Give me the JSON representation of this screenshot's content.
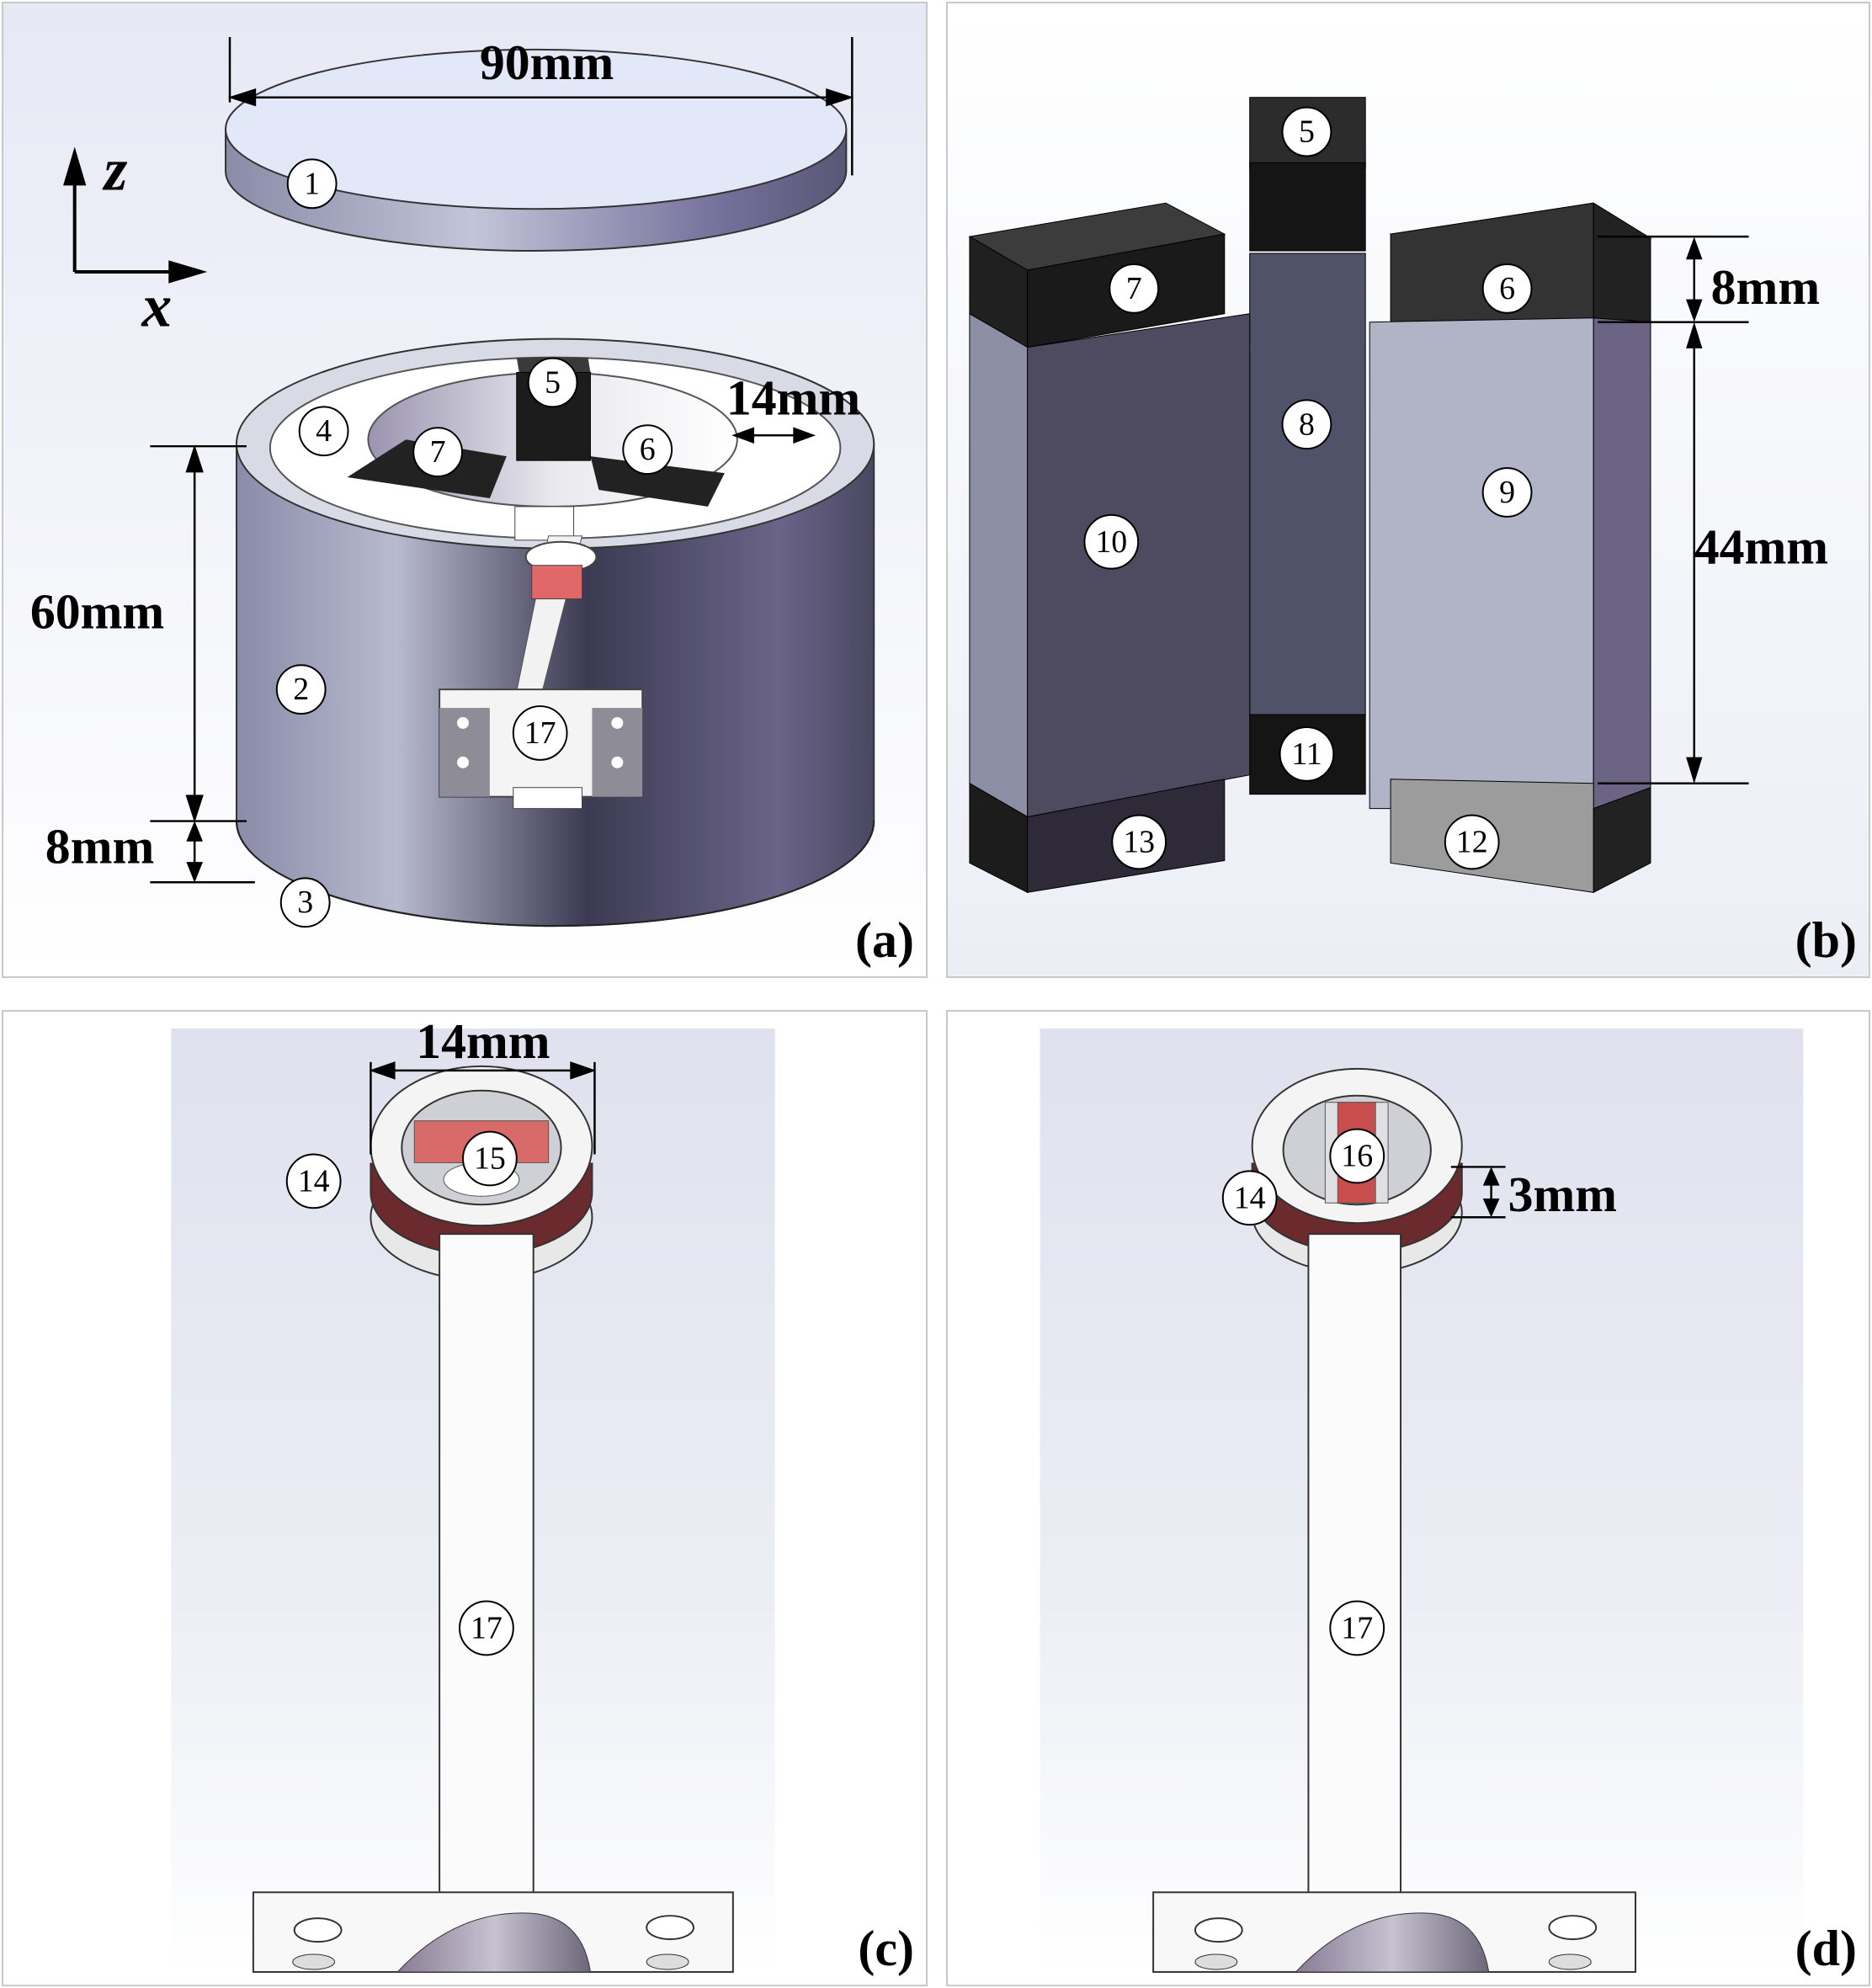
{
  "panels": {
    "a": {
      "label": "(a)",
      "dimensions": {
        "diameter": "90mm",
        "height": "60mm",
        "base": "8mm",
        "ring": "14mm"
      },
      "axes": {
        "z": "z",
        "x": "x"
      },
      "numbers": [
        "1",
        "2",
        "3",
        "4",
        "5",
        "6",
        "7",
        "17"
      ]
    },
    "b": {
      "label": "(b)",
      "dimensions": {
        "top": "8mm",
        "height": "44mm"
      },
      "numbers": [
        "5",
        "6",
        "7",
        "8",
        "9",
        "10",
        "11",
        "12",
        "13"
      ]
    },
    "c": {
      "label": "(c)",
      "dimensions": {
        "ring": "14mm"
      },
      "numbers": [
        "14",
        "15",
        "17"
      ]
    },
    "d": {
      "label": "(d)",
      "dimensions": {
        "ring_height": "3mm"
      },
      "numbers": [
        "14",
        "16",
        "17"
      ]
    }
  },
  "colors": {
    "cylinder": "#5c5a78",
    "cylinder_light": "#b4b8cc",
    "magnet_dark": "#2a2a2a",
    "coil_red": "#c86060",
    "bracket_white": "#f6f6f6",
    "bracket_grey": "#8e8c96"
  }
}
